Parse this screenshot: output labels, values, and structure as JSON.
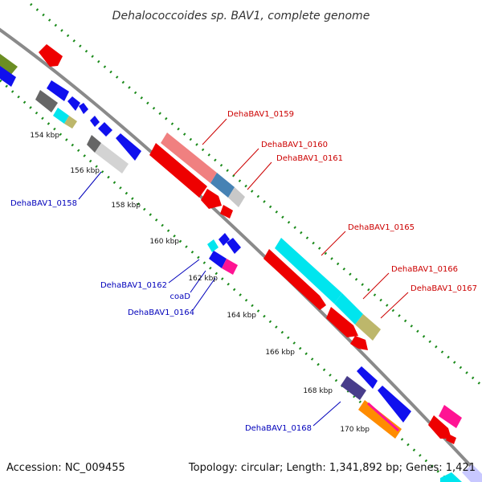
{
  "title": "Dehalococcoides sp. BAV1, complete genome",
  "accession": "Accession: NC_009455",
  "topology": "Topology: circular; Length: 1,341,892 bp; Genes: 1,421",
  "kbp_ticks": [
    "154 kbp",
    "156 kbp",
    "158 kbp",
    "160 kbp",
    "162 kbp",
    "164 kbp",
    "166 kbp",
    "168 kbp",
    "170 kbp"
  ],
  "gene_labels_outer": [
    "DehaBAV1_0159",
    "DehaBAV1_0160",
    "DehaBAV1_0161",
    "DehaBAV1_0165",
    "DehaBAV1_0166",
    "DehaBAV1_0167"
  ],
  "gene_labels_inner": [
    "DehaBAV1_0158",
    "DehaBAV1_0162",
    "coaD",
    "DehaBAV1_0164",
    "DehaBAV1_0168"
  ],
  "colors": {
    "backbone": "#8a8a8a",
    "dots": "#1a8a1a",
    "label_outer": "#cc0000",
    "label_inner": "#0000bb",
    "forward": "#ee0000",
    "reverse": "#1010ee"
  }
}
